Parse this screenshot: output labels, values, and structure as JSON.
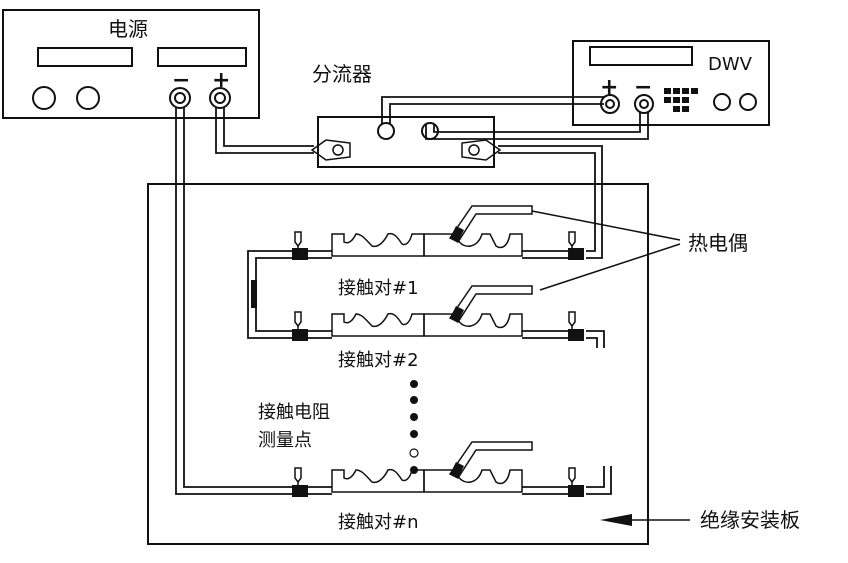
{
  "labels": {
    "power_supply": "电源",
    "minus": "−",
    "plus": "+",
    "shunt": "分流器",
    "dwv": "DWV",
    "thermocouple": "热电偶",
    "pair_1": "接触对#1",
    "pair_2": "接触对#2",
    "pair_n": "接触对#n",
    "measure_line1": "接触电阻",
    "measure_line2": "测量点",
    "board": "绝缘安装板"
  }
}
